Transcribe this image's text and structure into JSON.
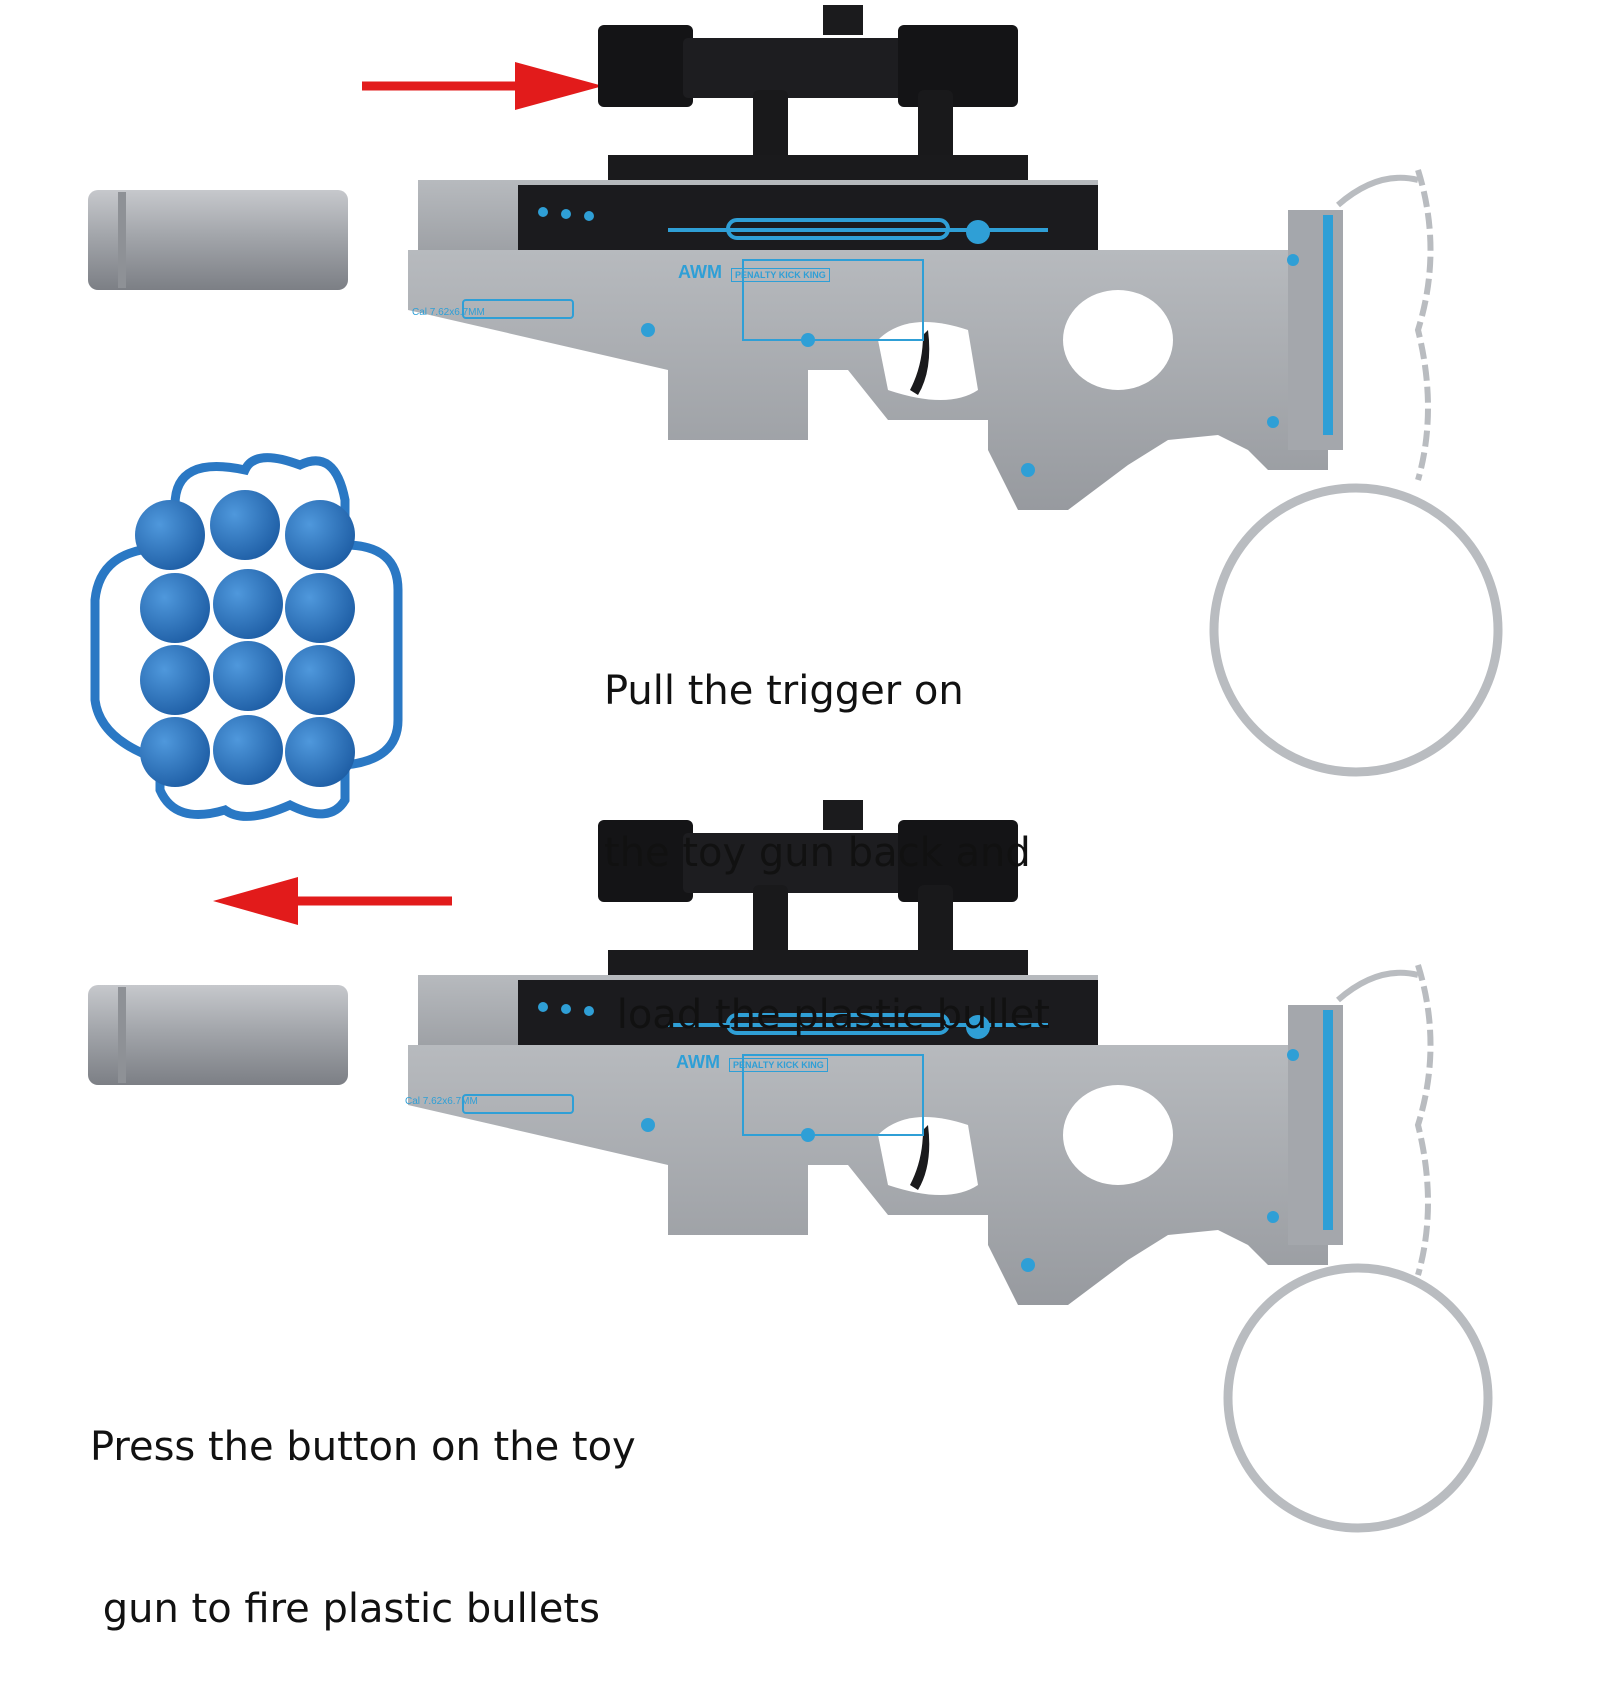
{
  "colors": {
    "background": "#ffffff",
    "arrow": "#e21b1b",
    "gun_body": "#a9acb1",
    "gun_body_dark": "#7f8288",
    "gun_black": "#1c1c1e",
    "gun_accent": "#2f9fd6",
    "pellet_blue": "#2a78c4",
    "keyring": "#b9bcc0"
  },
  "icons": [
    "arrow-right-icon",
    "arrow-left-icon",
    "toy-sniper-rifle",
    "plastic-pellet-strip",
    "keychain-ring"
  ],
  "guns": {
    "top": {
      "marking": "AWM",
      "tag": "PENALTY KICK KING",
      "caliber": "Cal 7.62x6.7MM"
    },
    "bottom": {
      "marking": "AWM",
      "tag": "PENALTY KICK KING",
      "caliber": "Cal 7.62x6.7MM"
    }
  },
  "captions": {
    "load_line1": "Pull the trigger on",
    "load_line2": "the toy gun back and",
    "load_line3": " load the plastic bullet",
    "fire_line1": "Press the button on the toy",
    "fire_line2": " gun to fire plastic bullets"
  }
}
